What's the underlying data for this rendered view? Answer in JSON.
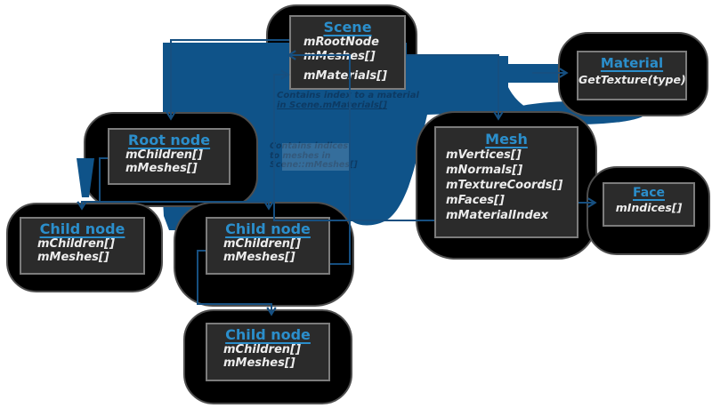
{
  "diagram": {
    "nodes": {
      "scene": {
        "title": "Scene",
        "items": [
          "mRootNode",
          "mMeshes[]",
          "mMaterials[]"
        ]
      },
      "material": {
        "title": "Material",
        "items": [
          "GetTexture(type)"
        ]
      },
      "mesh": {
        "title": "Mesh",
        "items": [
          "mVertices[]",
          "mNormals[]",
          "mTextureCoords[]",
          "mFaces[]",
          "mMaterialIndex"
        ]
      },
      "face": {
        "title": "Face",
        "items": [
          "mIndices[]"
        ]
      },
      "root": {
        "title": "Root node",
        "items": [
          "mChildren[]",
          "mMeshes[]"
        ]
      },
      "child1": {
        "title": "Child node",
        "items": [
          "mChildren[]",
          "mMeshes[]"
        ]
      },
      "child2": {
        "title": "Child node",
        "items": [
          "mChildren[]",
          "mMeshes[]"
        ]
      },
      "child3": {
        "title": "Child node",
        "items": [
          "mChildren[]",
          "mMeshes[]"
        ]
      }
    },
    "annotations": {
      "material_index": {
        "line1": "Contains index to a material",
        "line2": "in Scene.mMaterials[]"
      },
      "mesh_indices": {
        "line1": "Contains indices",
        "line2": "to meshes in",
        "line3": "Scene::mMeshes[]"
      }
    },
    "colors": {
      "background_shape": "#0f5389",
      "connector_line": "#164f80",
      "title_blue": "#2b8ecb",
      "box_background": "#2b2b2b",
      "box_border": "#7c7c7c",
      "blob_black": "#000000",
      "annotation_text": "#0d3a63"
    }
  }
}
